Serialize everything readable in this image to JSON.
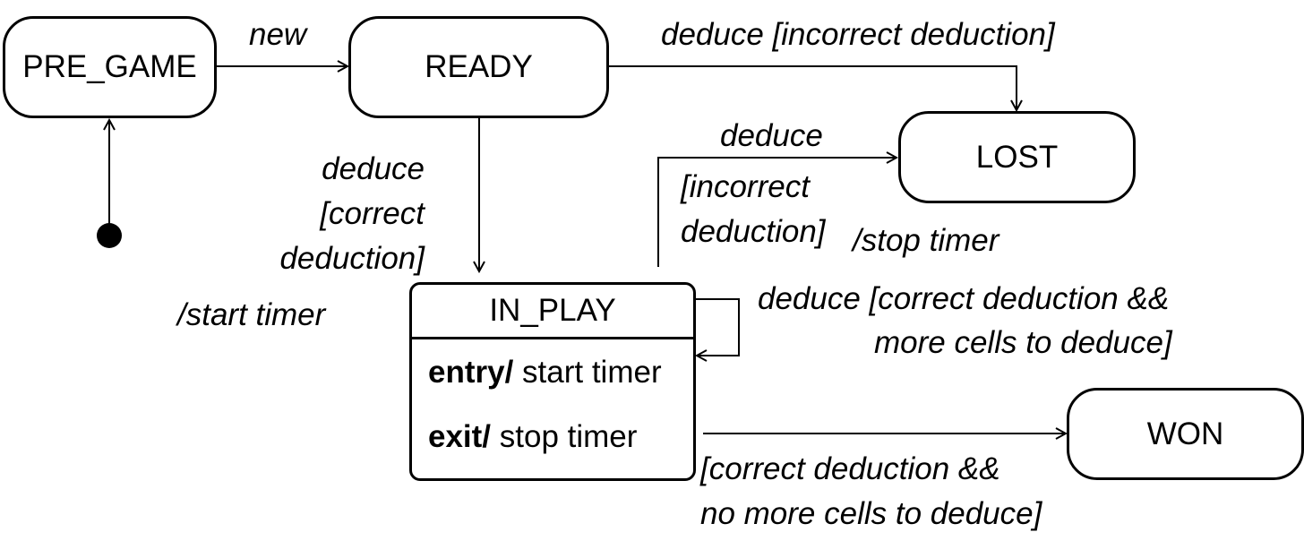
{
  "states": {
    "pre_game": "PRE_GAME",
    "ready": "READY",
    "lost": "LOST",
    "won": "WON",
    "in_play": {
      "name": "IN_PLAY",
      "entry_kw": "entry/",
      "entry_action": " start timer",
      "exit_kw": "exit/",
      "exit_action": " stop timer"
    }
  },
  "transitions": {
    "new": "new",
    "ready_to_lost": "deduce  [incorrect deduction]",
    "ready_to_inplay": {
      "line1": "deduce",
      "line2": "[correct",
      "line3": "deduction]",
      "action": "/start timer"
    },
    "inplay_to_lost": {
      "line1": "deduce",
      "line2": "[incorrect",
      "line3": "deduction]",
      "action": "/stop timer"
    },
    "self_loop": {
      "line1": "deduce [correct deduction &&",
      "line2": "more cells to deduce]"
    },
    "inplay_to_won": {
      "line1": "[correct deduction &&",
      "line2": "no more cells to deduce]"
    }
  }
}
